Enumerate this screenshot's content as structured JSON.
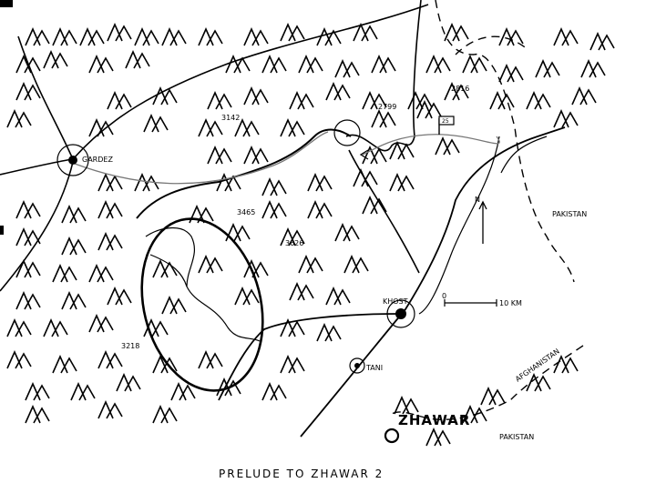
{
  "map": {
    "title": "PRELUDE TO ZHAWAR 2",
    "places": {
      "gardez": "GARDEZ",
      "khost": "KHOST",
      "tani": "TANI",
      "zhawar": "ZHAWAR"
    },
    "countries": {
      "pakistan_east": "PAKISTAN",
      "afghanistan": "AFGHANISTAN",
      "pakistan_south": "PAKISTAN"
    },
    "peaks": [
      "3142",
      "2799",
      "2816",
      "3465",
      "3626",
      "3218"
    ],
    "flag_label": "25",
    "north_label": "N",
    "scale": {
      "start": "0",
      "end": "10 KM"
    },
    "ink_color": "#000000",
    "route_color": "#777777"
  }
}
